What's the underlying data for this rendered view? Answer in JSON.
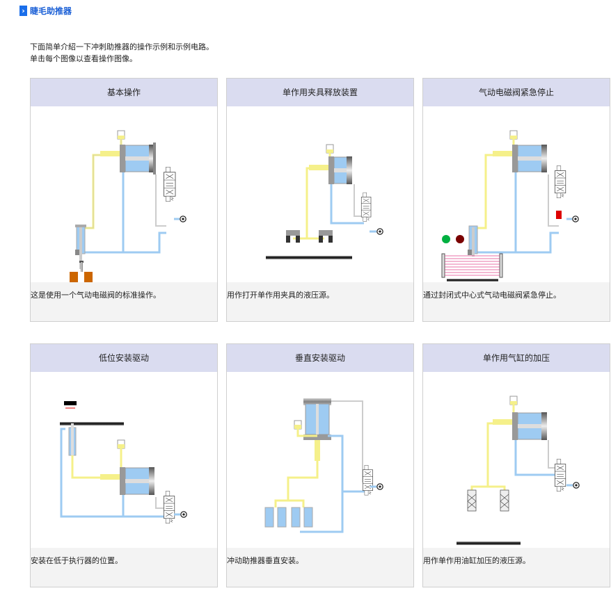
{
  "page": {
    "title": "睫毛助推器",
    "title_icon": "chevron-right-icon",
    "intro_line1": "下面简单介紹一下冲刺助推器的操作示例和示例电路。",
    "intro_line2": "单击每个图像以查看操作图像。"
  },
  "colors": {
    "accent": "#1a6eea",
    "panel_header_bg": "#dadcf0",
    "panel_footer_bg": "#f3f3f3",
    "air_line": "#9ecbf2",
    "oil_line": "#f5f08a"
  },
  "panels": [
    {
      "title": "基本操作",
      "desc": "这是使用一个气动电磁阀的标准操作。",
      "diagram": "basic-operation-diagram"
    },
    {
      "title": "单作用夹具释放装置",
      "desc": "用作打开单作用夹具的液压源。",
      "diagram": "clamp-release-diagram"
    },
    {
      "title": "气动电磁阀紧急停止",
      "desc": "通过封闭式中心式气动电磁阀紧急停止。",
      "diagram": "emergency-stop-diagram"
    },
    {
      "title": "低位安装驱动",
      "desc": "安装在低于执行器的位置。",
      "diagram": "low-mount-diagram"
    },
    {
      "title": "垂直安装驱动",
      "desc": "冲动助推器垂直安装。",
      "diagram": "vertical-mount-diagram"
    },
    {
      "title": "单作用气缸的加压",
      "desc": "用作单作用油缸加压的液压源。",
      "diagram": "single-acting-pressurize-diagram"
    }
  ]
}
